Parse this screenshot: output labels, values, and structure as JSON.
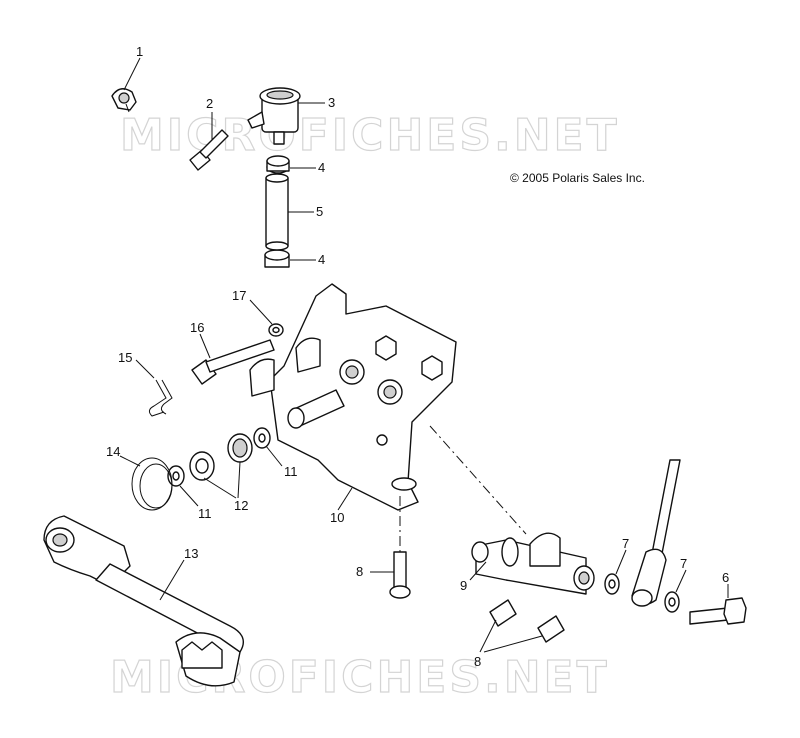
{
  "copyright": "© 2005 Polaris Sales Inc.",
  "watermark": "MICROFICHES.NET",
  "callouts": {
    "c1": "1",
    "c2": "2",
    "c3": "3",
    "c4a": "4",
    "c4b": "4",
    "c5": "5",
    "c6": "6",
    "c7a": "7",
    "c7b": "7",
    "c8a": "8",
    "c8b": "8",
    "c9": "9",
    "c10": "10",
    "c11a": "11",
    "c11b": "11",
    "c12": "12",
    "c13": "13",
    "c14": "14",
    "c15": "15",
    "c16": "16",
    "c17": "17"
  }
}
